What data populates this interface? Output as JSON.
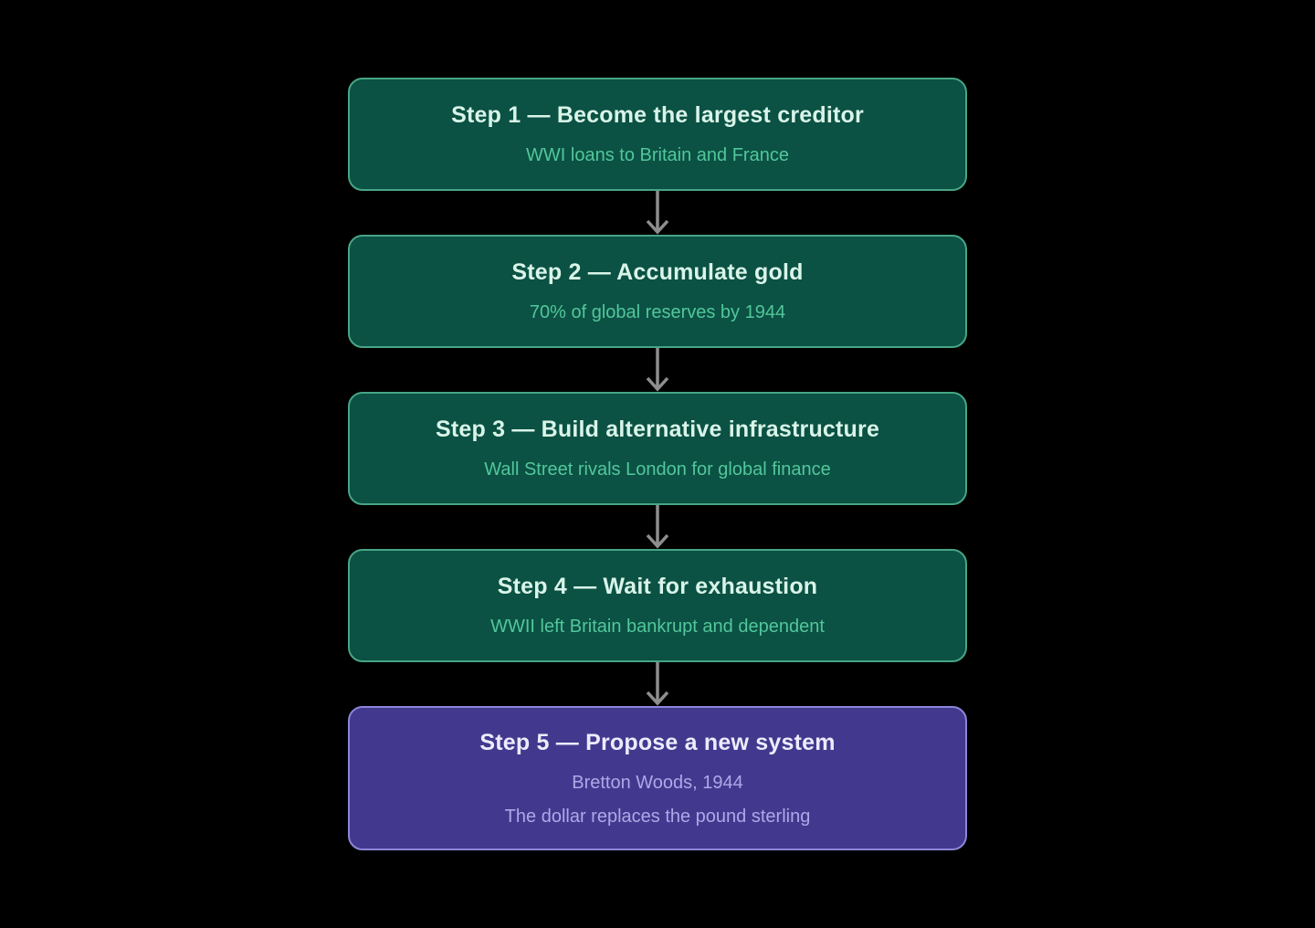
{
  "diagram": {
    "type": "flowchart",
    "orientation": "vertical",
    "steps": [
      {
        "id": "step-1",
        "variant": "green",
        "title": "Step 1 — Become the largest creditor",
        "lines": [
          "WWI loans to Britain and France"
        ]
      },
      {
        "id": "step-2",
        "variant": "green",
        "title": "Step 2 — Accumulate gold",
        "lines": [
          "70% of global reserves by 1944"
        ]
      },
      {
        "id": "step-3",
        "variant": "green",
        "title": "Step 3 — Build alternative infrastructure",
        "lines": [
          "Wall Street rivals London for global finance"
        ]
      },
      {
        "id": "step-4",
        "variant": "green",
        "title": "Step 4 — Wait for exhaustion",
        "lines": [
          "WWII left Britain bankrupt and dependent"
        ]
      },
      {
        "id": "step-5",
        "variant": "purple",
        "title": "Step 5 — Propose a new system",
        "lines": [
          "Bretton Woods, 1944",
          "The dollar replaces the pound sterling"
        ]
      }
    ],
    "connector_icon": "down-arrow-icon",
    "colors": {
      "background": "#000000",
      "green_fill": "#0B5144",
      "green_border": "#47A585",
      "green_title": "#D9F4E8",
      "green_subtitle": "#52C79A",
      "purple_fill": "#42398E",
      "purple_border": "#8D85D9",
      "purple_title": "#EDEBFC",
      "purple_subtitle": "#AFA7E8",
      "arrow": "#8E8E8E"
    }
  }
}
